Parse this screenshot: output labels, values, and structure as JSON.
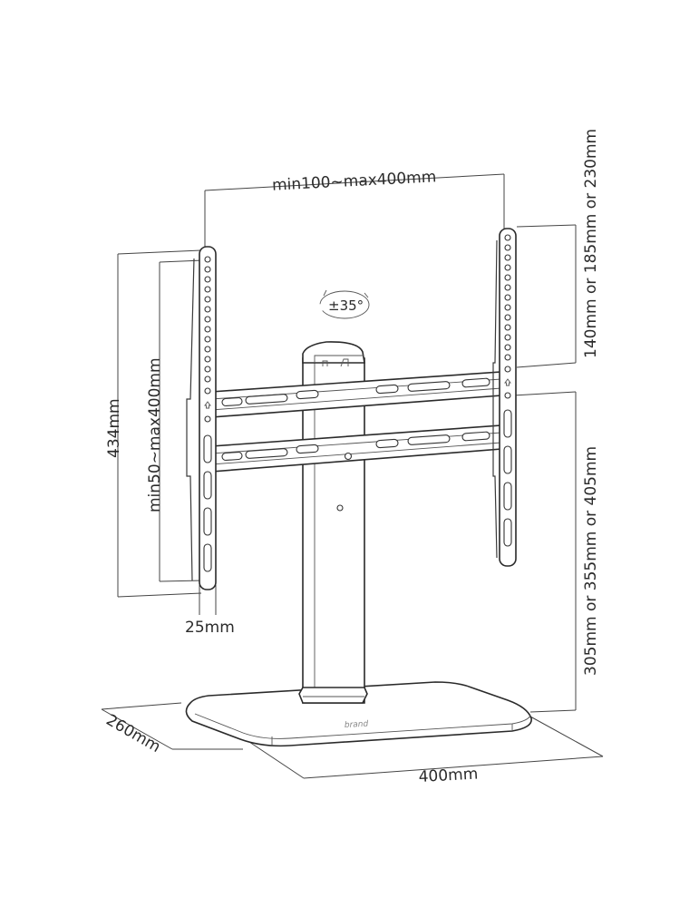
{
  "diagram": {
    "subject": "TV table-top stand with VESA mounting arms",
    "dimensions": {
      "vesa_horizontal": "min100~max400mm",
      "vesa_vertical": "min50~max400mm",
      "arm_height": "434mm",
      "arm_width": "25mm",
      "top_offset": "140mm or 185mm or 230mm",
      "mount_height": "305mm or 355mm or 405mm",
      "base_depth": "260mm",
      "base_width": "400mm"
    },
    "swivel": "±35°",
    "base_logo": "brand"
  }
}
